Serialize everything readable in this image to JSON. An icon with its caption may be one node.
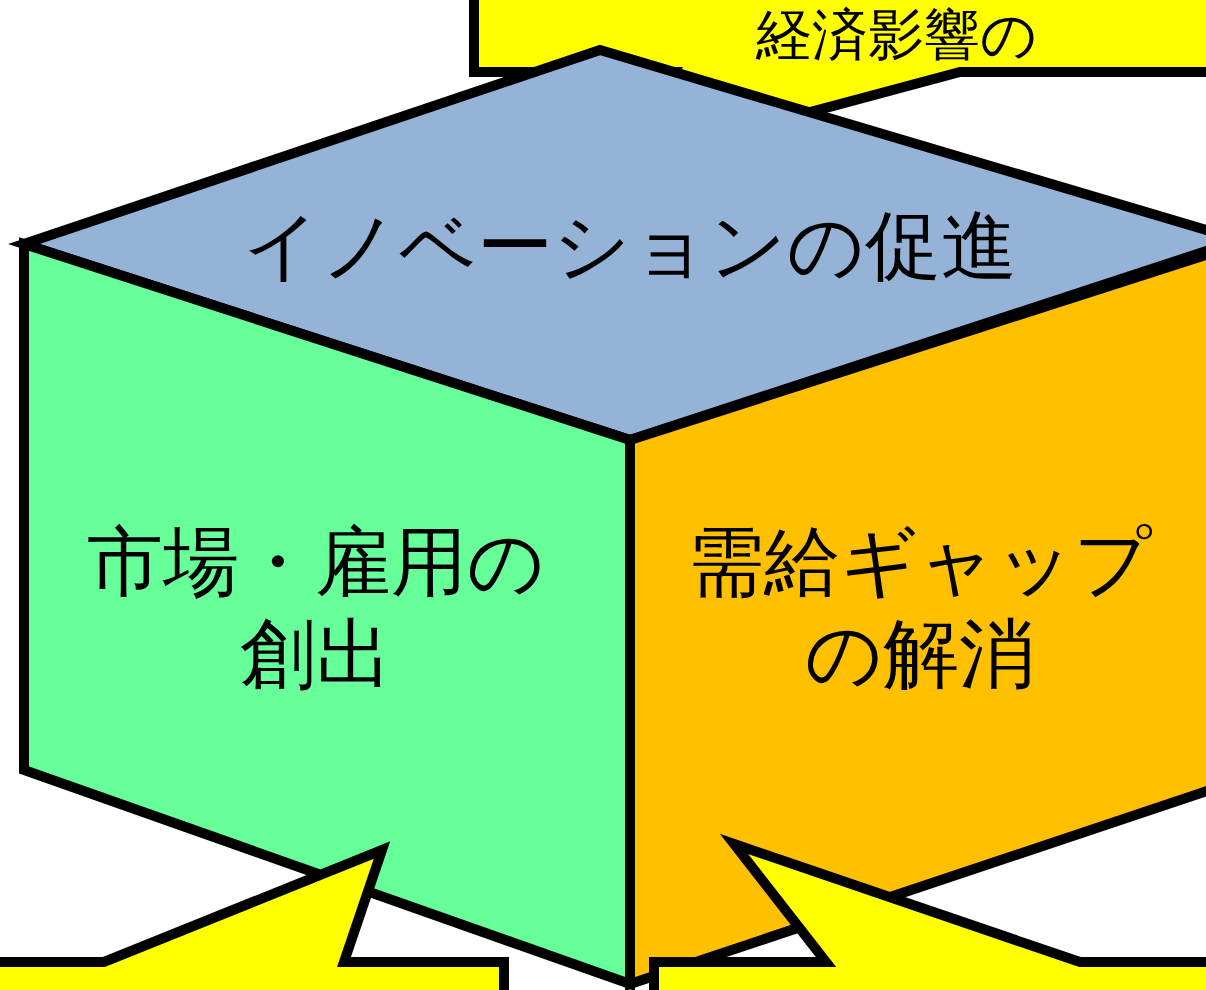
{
  "diagram": {
    "nodes": [
      {
        "text": [
          "経済影響の"
        ]
      },
      {
        "text": [
          "イノベーションの促進"
        ]
      },
      {
        "text": [
          "市場・雇用の創出"
        ]
      },
      {
        "text": [
          "需給ギャップの解消"
        ]
      },
      {
        "text": [],
        "shape": "callout"
      },
      {
        "text": [],
        "shape": "callout"
      }
    ]
  }
}
